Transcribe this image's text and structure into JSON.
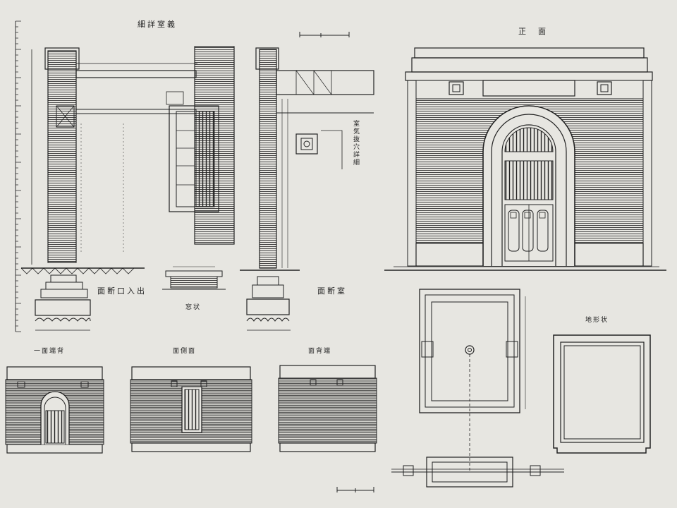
{
  "labels": {
    "detail_title": "細詳室義",
    "front_view": "正　面",
    "section_left": "面断口入出",
    "section_right": "面断室",
    "window_caption": "窓状",
    "vent_detail": "室気抜穴詳細",
    "plan_title": "地形状",
    "elev_left": "一面端背",
    "elev_mid": "面側面",
    "elev_right": "面背端"
  },
  "colors": {
    "paper": "#e7e6e1",
    "ink": "#222222"
  }
}
